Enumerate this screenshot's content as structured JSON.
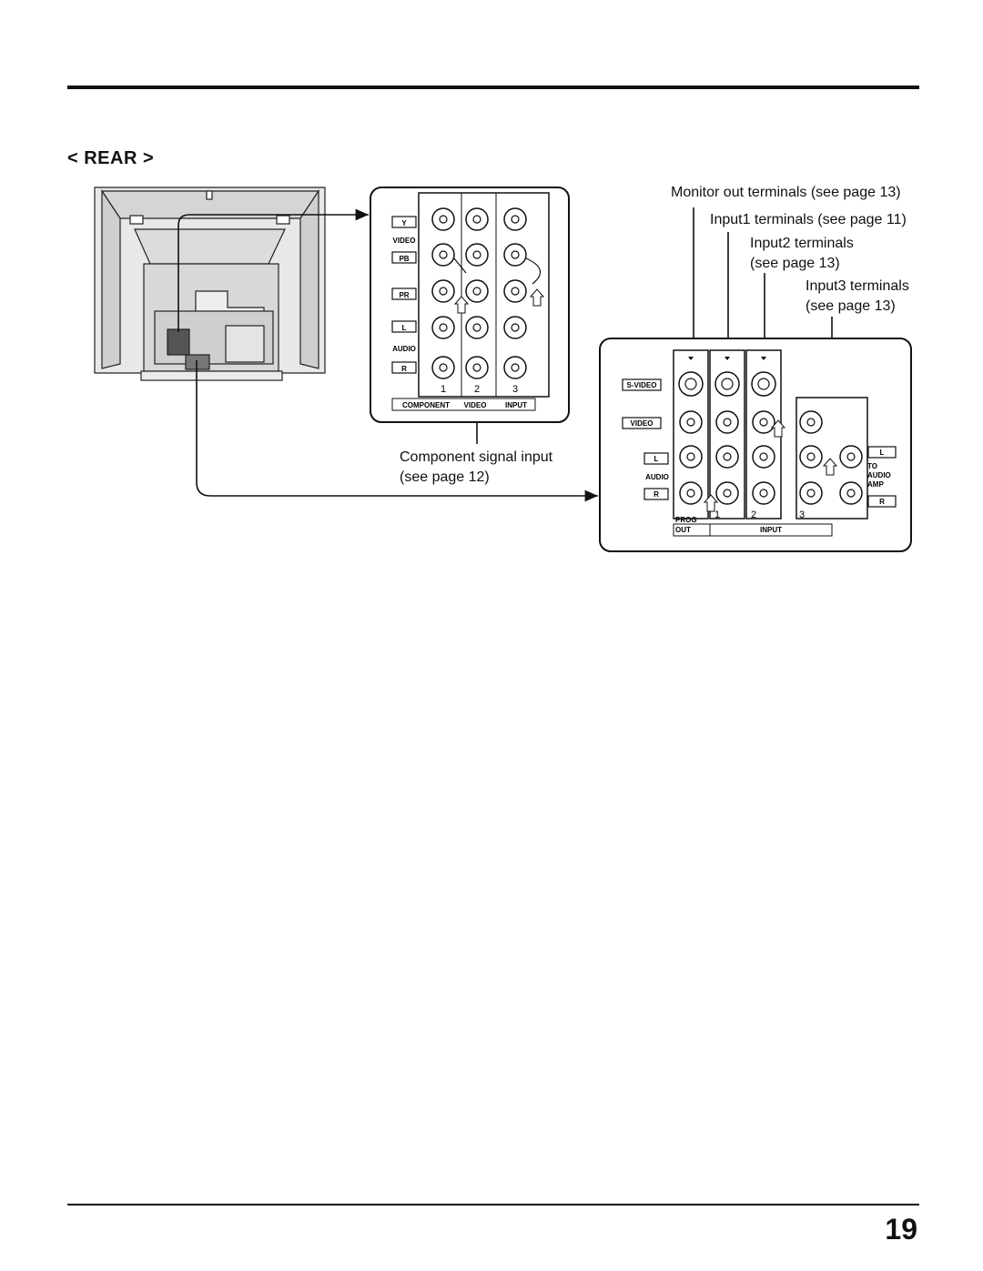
{
  "section_title": "< REAR >",
  "page_number": "19",
  "callouts": {
    "monitor_out": "Monitor out terminals (see page 13)",
    "input1": "Input1 terminals (see page 11)",
    "input2_line1": "Input2 terminals",
    "input2_line2": "(see page 13)",
    "input3_line1": "Input3 terminals",
    "input3_line2": "(see page 13)",
    "component_line1": "Component signal input",
    "component_line2": "(see page 12)"
  },
  "component_panel": {
    "row_labels": [
      "Y",
      "VIDEO",
      "PB",
      "PR",
      "L",
      "AUDIO",
      "R"
    ],
    "column_numbers": [
      "1",
      "2",
      "3"
    ],
    "footer": [
      "COMPONENT",
      "VIDEO",
      "INPUT"
    ]
  },
  "main_panel": {
    "row_labels": [
      "S-VIDEO",
      "VIDEO",
      "L",
      "AUDIO",
      "R"
    ],
    "column_numbers": [
      "1",
      "2",
      "3"
    ],
    "prog_out": [
      "PROG",
      "OUT"
    ],
    "input_label": "INPUT",
    "to_audio_amp": [
      "L",
      "TO",
      "AUDIO",
      "AMP",
      "R"
    ]
  }
}
